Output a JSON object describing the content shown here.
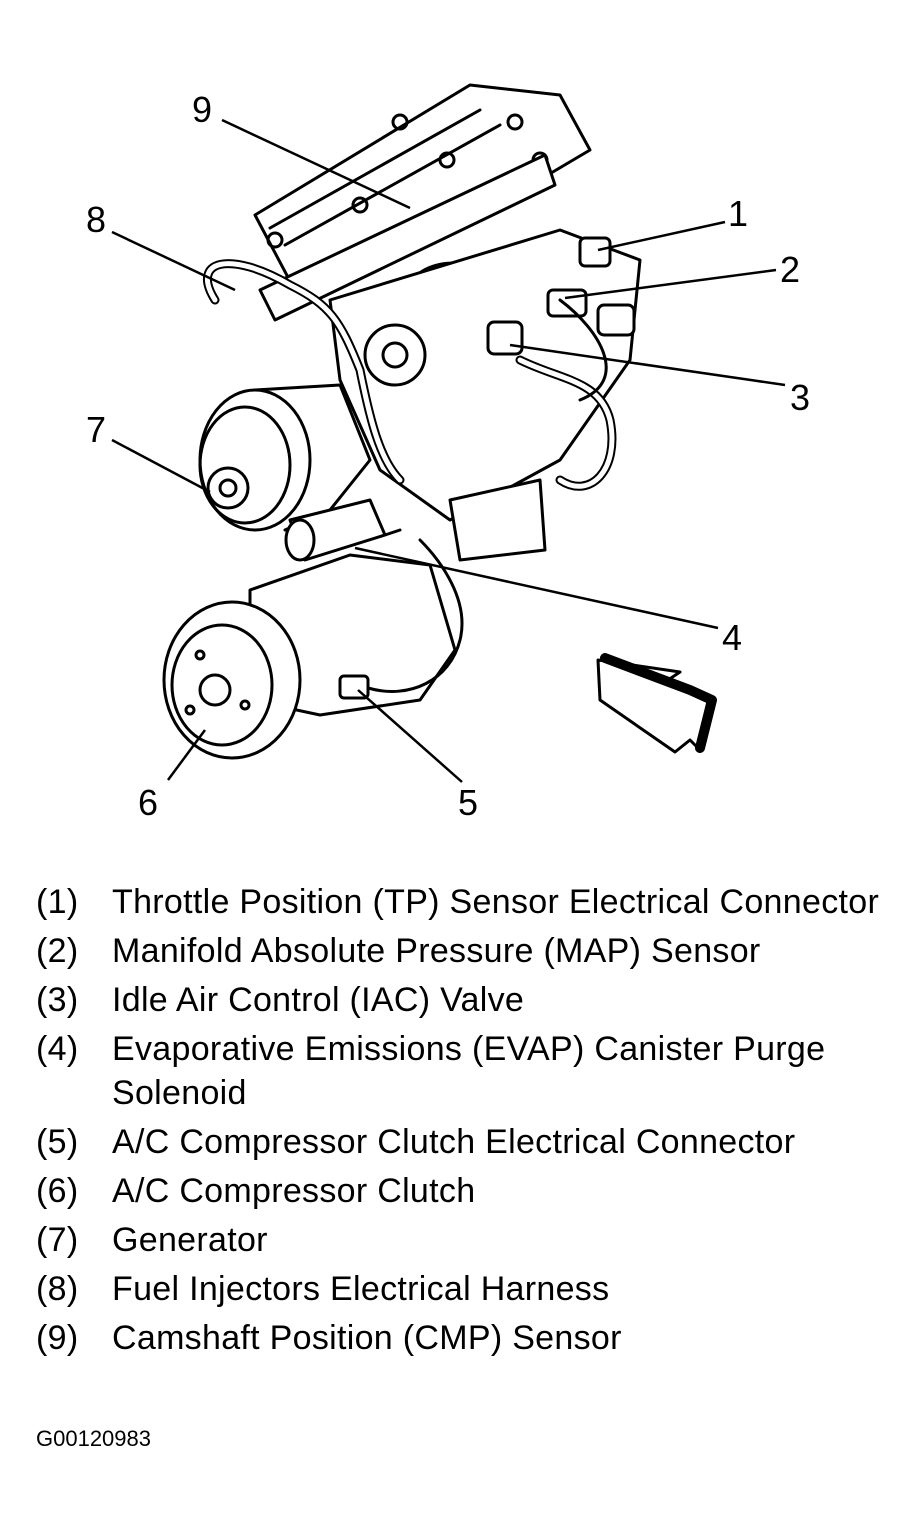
{
  "diagram": {
    "callouts": [
      "1",
      "2",
      "3",
      "4",
      "5",
      "6",
      "7",
      "8",
      "9"
    ]
  },
  "legend": [
    {
      "num": "(1)",
      "text": "Throttle Position (TP) Sensor Electrical Connector"
    },
    {
      "num": "(2)",
      "text": "Manifold Absolute Pressure (MAP) Sensor"
    },
    {
      "num": "(3)",
      "text": "Idle Air Control (IAC) Valve"
    },
    {
      "num": "(4)",
      "text": "Evaporative Emissions (EVAP) Canister Purge Solenoid"
    },
    {
      "num": "(5)",
      "text": "A/C Compressor Clutch Electrical Connector"
    },
    {
      "num": "(6)",
      "text": "A/C Compressor Clutch"
    },
    {
      "num": "(7)",
      "text": "Generator"
    },
    {
      "num": "(8)",
      "text": "Fuel Injectors Electrical Harness"
    },
    {
      "num": "(9)",
      "text": "Camshaft Position (CMP) Sensor"
    }
  ],
  "figure_id": "G00120983"
}
